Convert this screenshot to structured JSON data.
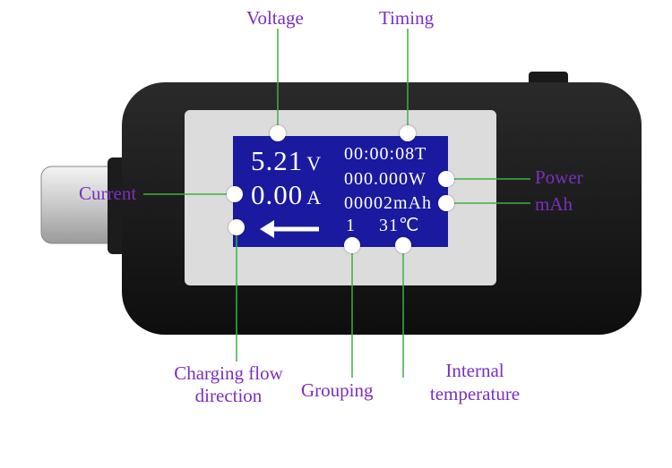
{
  "labels": {
    "voltage": "Voltage",
    "timing": "Timing",
    "power": "Power",
    "mah": "mAh",
    "current": "Current",
    "charging_flow": [
      "Charging flow",
      "direction"
    ],
    "grouping": "Grouping",
    "internal_temperature": [
      "Internal",
      "temperature"
    ]
  },
  "screen": {
    "voltage_value": "5.21",
    "voltage_unit": "V",
    "current_value": "0.00",
    "current_unit": "A",
    "time": "00:00:08T",
    "power": "000.000W",
    "capacity": "00002mAh",
    "group": "1",
    "temperature": "31℃",
    "flow_direction": "left-arrow"
  },
  "colors": {
    "label": "#7b2fc0",
    "leader_line": "#3cb043",
    "device_body": "#1a1a1a",
    "screen_bezel": "#dcdcdc",
    "lcd_background": "#1a1aa0",
    "lcd_text": "#ffffff"
  }
}
